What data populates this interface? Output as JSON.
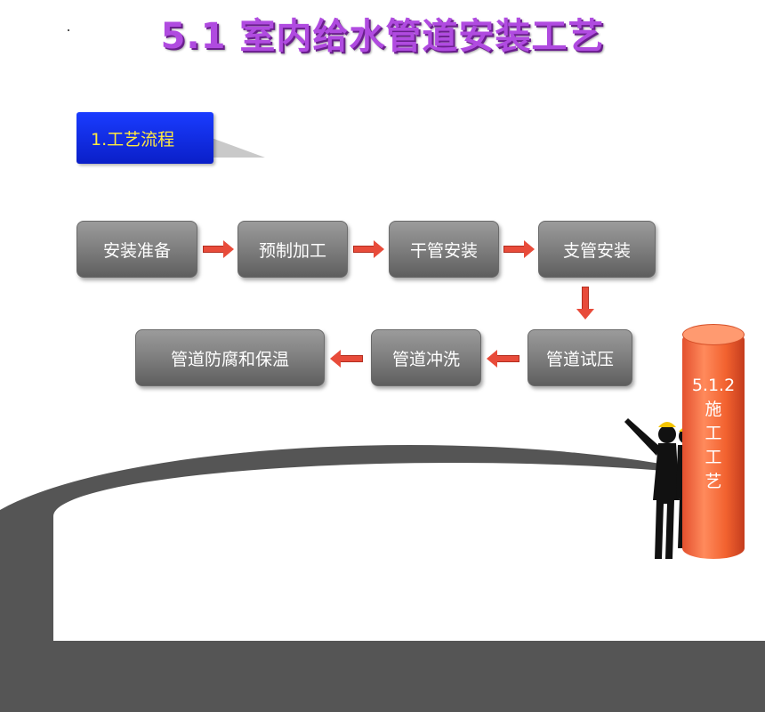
{
  "title": "5.1  室内给水管道安装工艺",
  "section": "1.工艺流程",
  "steps_row1": [
    "安装准备",
    "预制加工",
    "干管安装",
    "支管安装"
  ],
  "steps_row2": [
    "管道防腐和保温",
    "管道冲洗",
    "管道试压"
  ],
  "side_label": {
    "code": "5.1.2",
    "chars": [
      "施",
      "工",
      "工",
      "艺"
    ]
  },
  "colors": {
    "title": "#b04be0",
    "flag": "#1a3cff",
    "flag_text": "#ffe940",
    "step": "#7b7b7b",
    "arrow": "#e84b3a",
    "cylinder": "#f2622f"
  }
}
